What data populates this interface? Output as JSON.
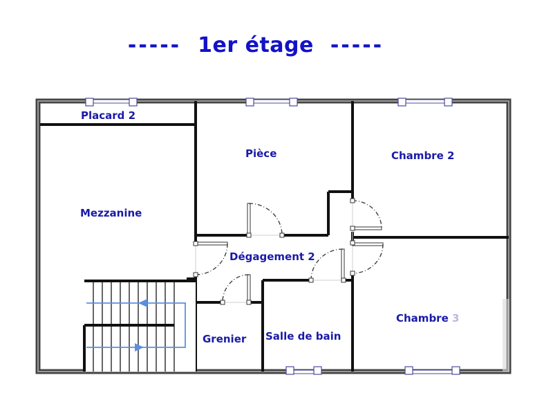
{
  "title": {
    "left_dashes": "-----",
    "text": "1er étage",
    "right_dashes": "-----",
    "color": "#1212c8"
  },
  "rooms": [
    {
      "id": "placard-2",
      "label": "Placard 2"
    },
    {
      "id": "piece",
      "label": "Pièce"
    },
    {
      "id": "chambre-2",
      "label": "Chambre 2"
    },
    {
      "id": "mezzanine",
      "label": "Mezzanine"
    },
    {
      "id": "degagement-2",
      "label": "Dégagement 2"
    },
    {
      "id": "grenier",
      "label": "Grenier"
    },
    {
      "id": "salle-de-bain",
      "label": "Salle de bain"
    },
    {
      "id": "chambre-3",
      "label": "Chambre 3",
      "label_visible": "Chambre",
      "label_faded": "3"
    }
  ],
  "colors": {
    "wall": "#111111",
    "outer_wall": "#555555",
    "label": "#1a1aa8",
    "window": "#4a4a9a",
    "stair_arrow": "#5b8fe0"
  }
}
